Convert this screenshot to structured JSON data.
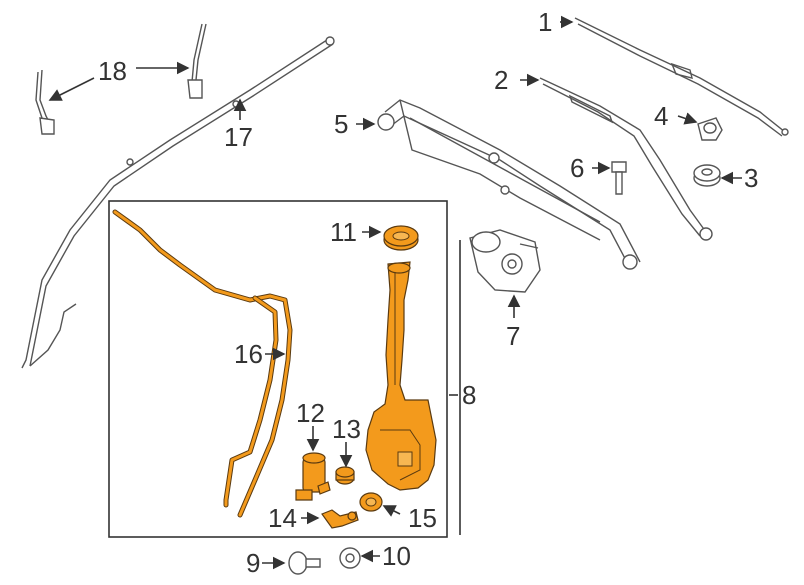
{
  "callouts": {
    "c1": "1",
    "c2": "2",
    "c3": "3",
    "c4": "4",
    "c5": "5",
    "c6": "6",
    "c7": "7",
    "c8": "8",
    "c9": "9",
    "c10": "10",
    "c11": "11",
    "c12": "12",
    "c13": "13",
    "c14": "14",
    "c15": "15",
    "c16": "16",
    "c17": "17",
    "c18": "18"
  },
  "colors": {
    "highlight": "#f39a1c",
    "line": "#555555",
    "text": "#333333",
    "background": "#ffffff"
  }
}
